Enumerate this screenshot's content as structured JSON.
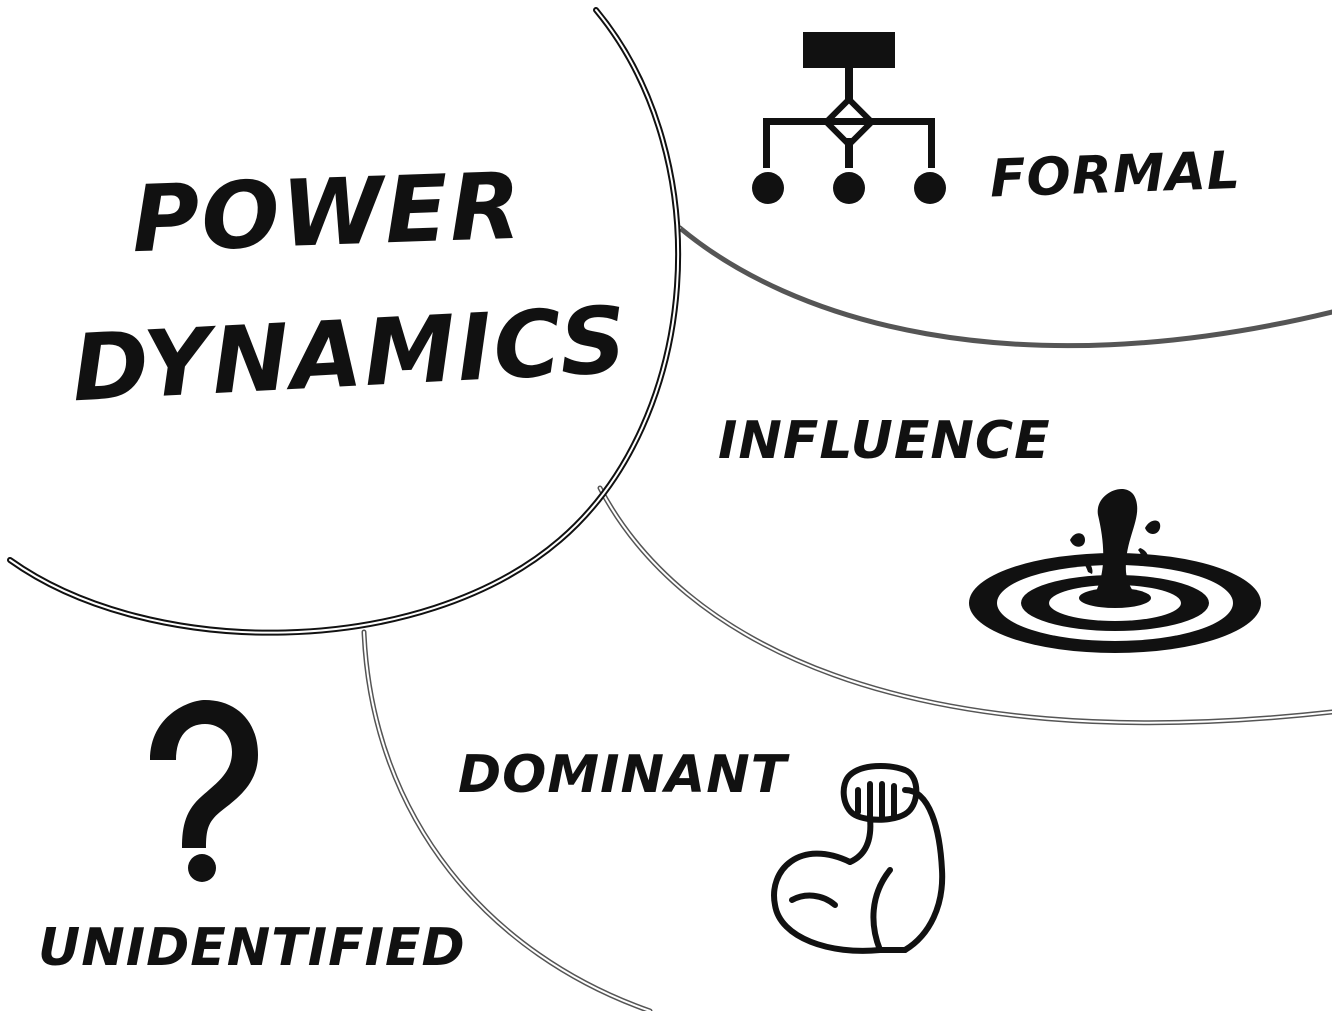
{
  "title": {
    "line1": "POWER",
    "line2": "DYNAMICS"
  },
  "items": [
    {
      "label": "FORMAL",
      "icon": "org-chart-icon"
    },
    {
      "label": "INFLUENCE",
      "icon": "water-drop-ripple-icon"
    },
    {
      "label": "DOMINANT",
      "icon": "flexed-bicep-icon"
    },
    {
      "label": "UNIDENTIFIED",
      "icon": "question-mark-icon"
    }
  ],
  "colors": {
    "ink": "#111111",
    "arc": "#555555",
    "background": "#ffffff"
  }
}
